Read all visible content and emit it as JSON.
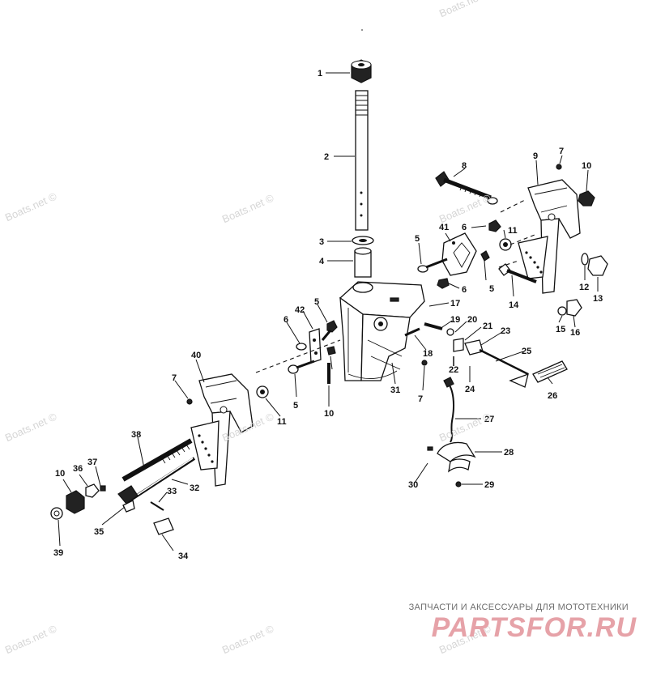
{
  "watermark": "Boats.net ©",
  "site": {
    "caption": "ЗАПЧАСТИ И АКСЕССУАРЫ ДЛЯ МОТОТЕХНИКИ",
    "logo": "PARTSFOR.RU",
    "logo_color": "#e6a2a8"
  },
  "callouts": [
    "1",
    "2",
    "3",
    "4",
    "5",
    "5",
    "5",
    "5",
    "6",
    "6",
    "6",
    "7",
    "7",
    "7",
    "8",
    "9",
    "10",
    "10",
    "10",
    "11",
    "11",
    "12",
    "13",
    "14",
    "15",
    "16",
    "17",
    "18",
    "19",
    "20",
    "21",
    "22",
    "23",
    "24",
    "25",
    "26",
    "27",
    "28",
    "29",
    "30",
    "31",
    "32",
    "33",
    "34",
    "35",
    "36",
    "37",
    "38",
    "39",
    "40",
    "41",
    "42"
  ]
}
